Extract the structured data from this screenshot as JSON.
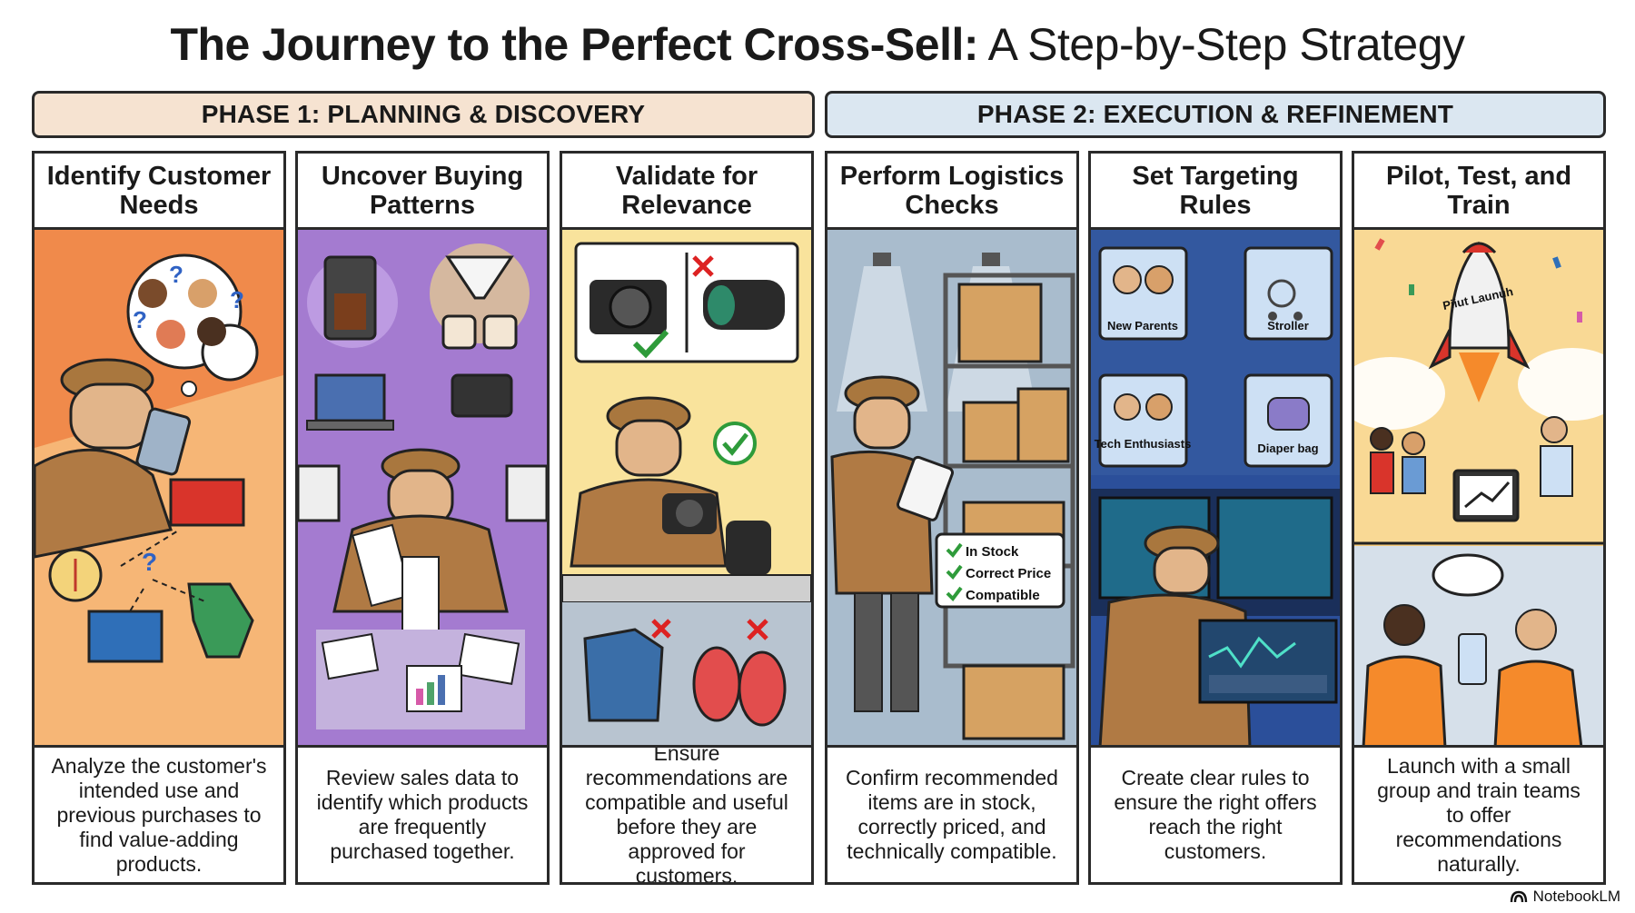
{
  "title": {
    "bold": "The Journey to the Perfect Cross-Sell:",
    "light": "A Step-by-Step Strategy"
  },
  "phases": [
    {
      "label": "PHASE 1: PLANNING & DISCOVERY"
    },
    {
      "label": "PHASE 2: EXECUTION & REFINEMENT"
    }
  ],
  "steps": [
    {
      "title": "Identify Customer Needs",
      "description": "Analyze the customer's intended use and previous purchases to find value-adding products."
    },
    {
      "title": "Uncover Buying Patterns",
      "description": "Review sales data to identify which products are frequently purchased together."
    },
    {
      "title": "Validate for Relevance",
      "description": "Ensure recommendations are compatible and useful before they are approved for customers."
    },
    {
      "title": "Perform Logistics Checks",
      "description": "Confirm recommended items are in stock, correctly priced, and technically compatible."
    },
    {
      "title": "Set Targeting Rules",
      "description": "Create clear rules to ensure the right offers reach the right customers."
    },
    {
      "title": "Pilot, Test, and Train",
      "description": "Launch with a small group and train teams to offer recommendations naturally."
    }
  ],
  "art_labels": {
    "checklist": [
      "In Stock",
      "Correct Price",
      "Compatible"
    ],
    "segments": [
      "New Parents",
      "Stroller",
      "Tech Enthusiasts",
      "Diaper bag"
    ],
    "rocket": "Piiut Launuh"
  },
  "footer": {
    "brand": "NotebookLM"
  },
  "colors": {
    "phase1_bg": "#f6e3d1",
    "phase2_bg": "#dbe7f1",
    "card1_art": "#f08a4b",
    "card2_art": "#a47bd0",
    "card3_art": "#f7d36b",
    "card4_art": "#a9bccd",
    "card5_art": "#2b4f9a",
    "card6_art": "#f4c97a"
  }
}
